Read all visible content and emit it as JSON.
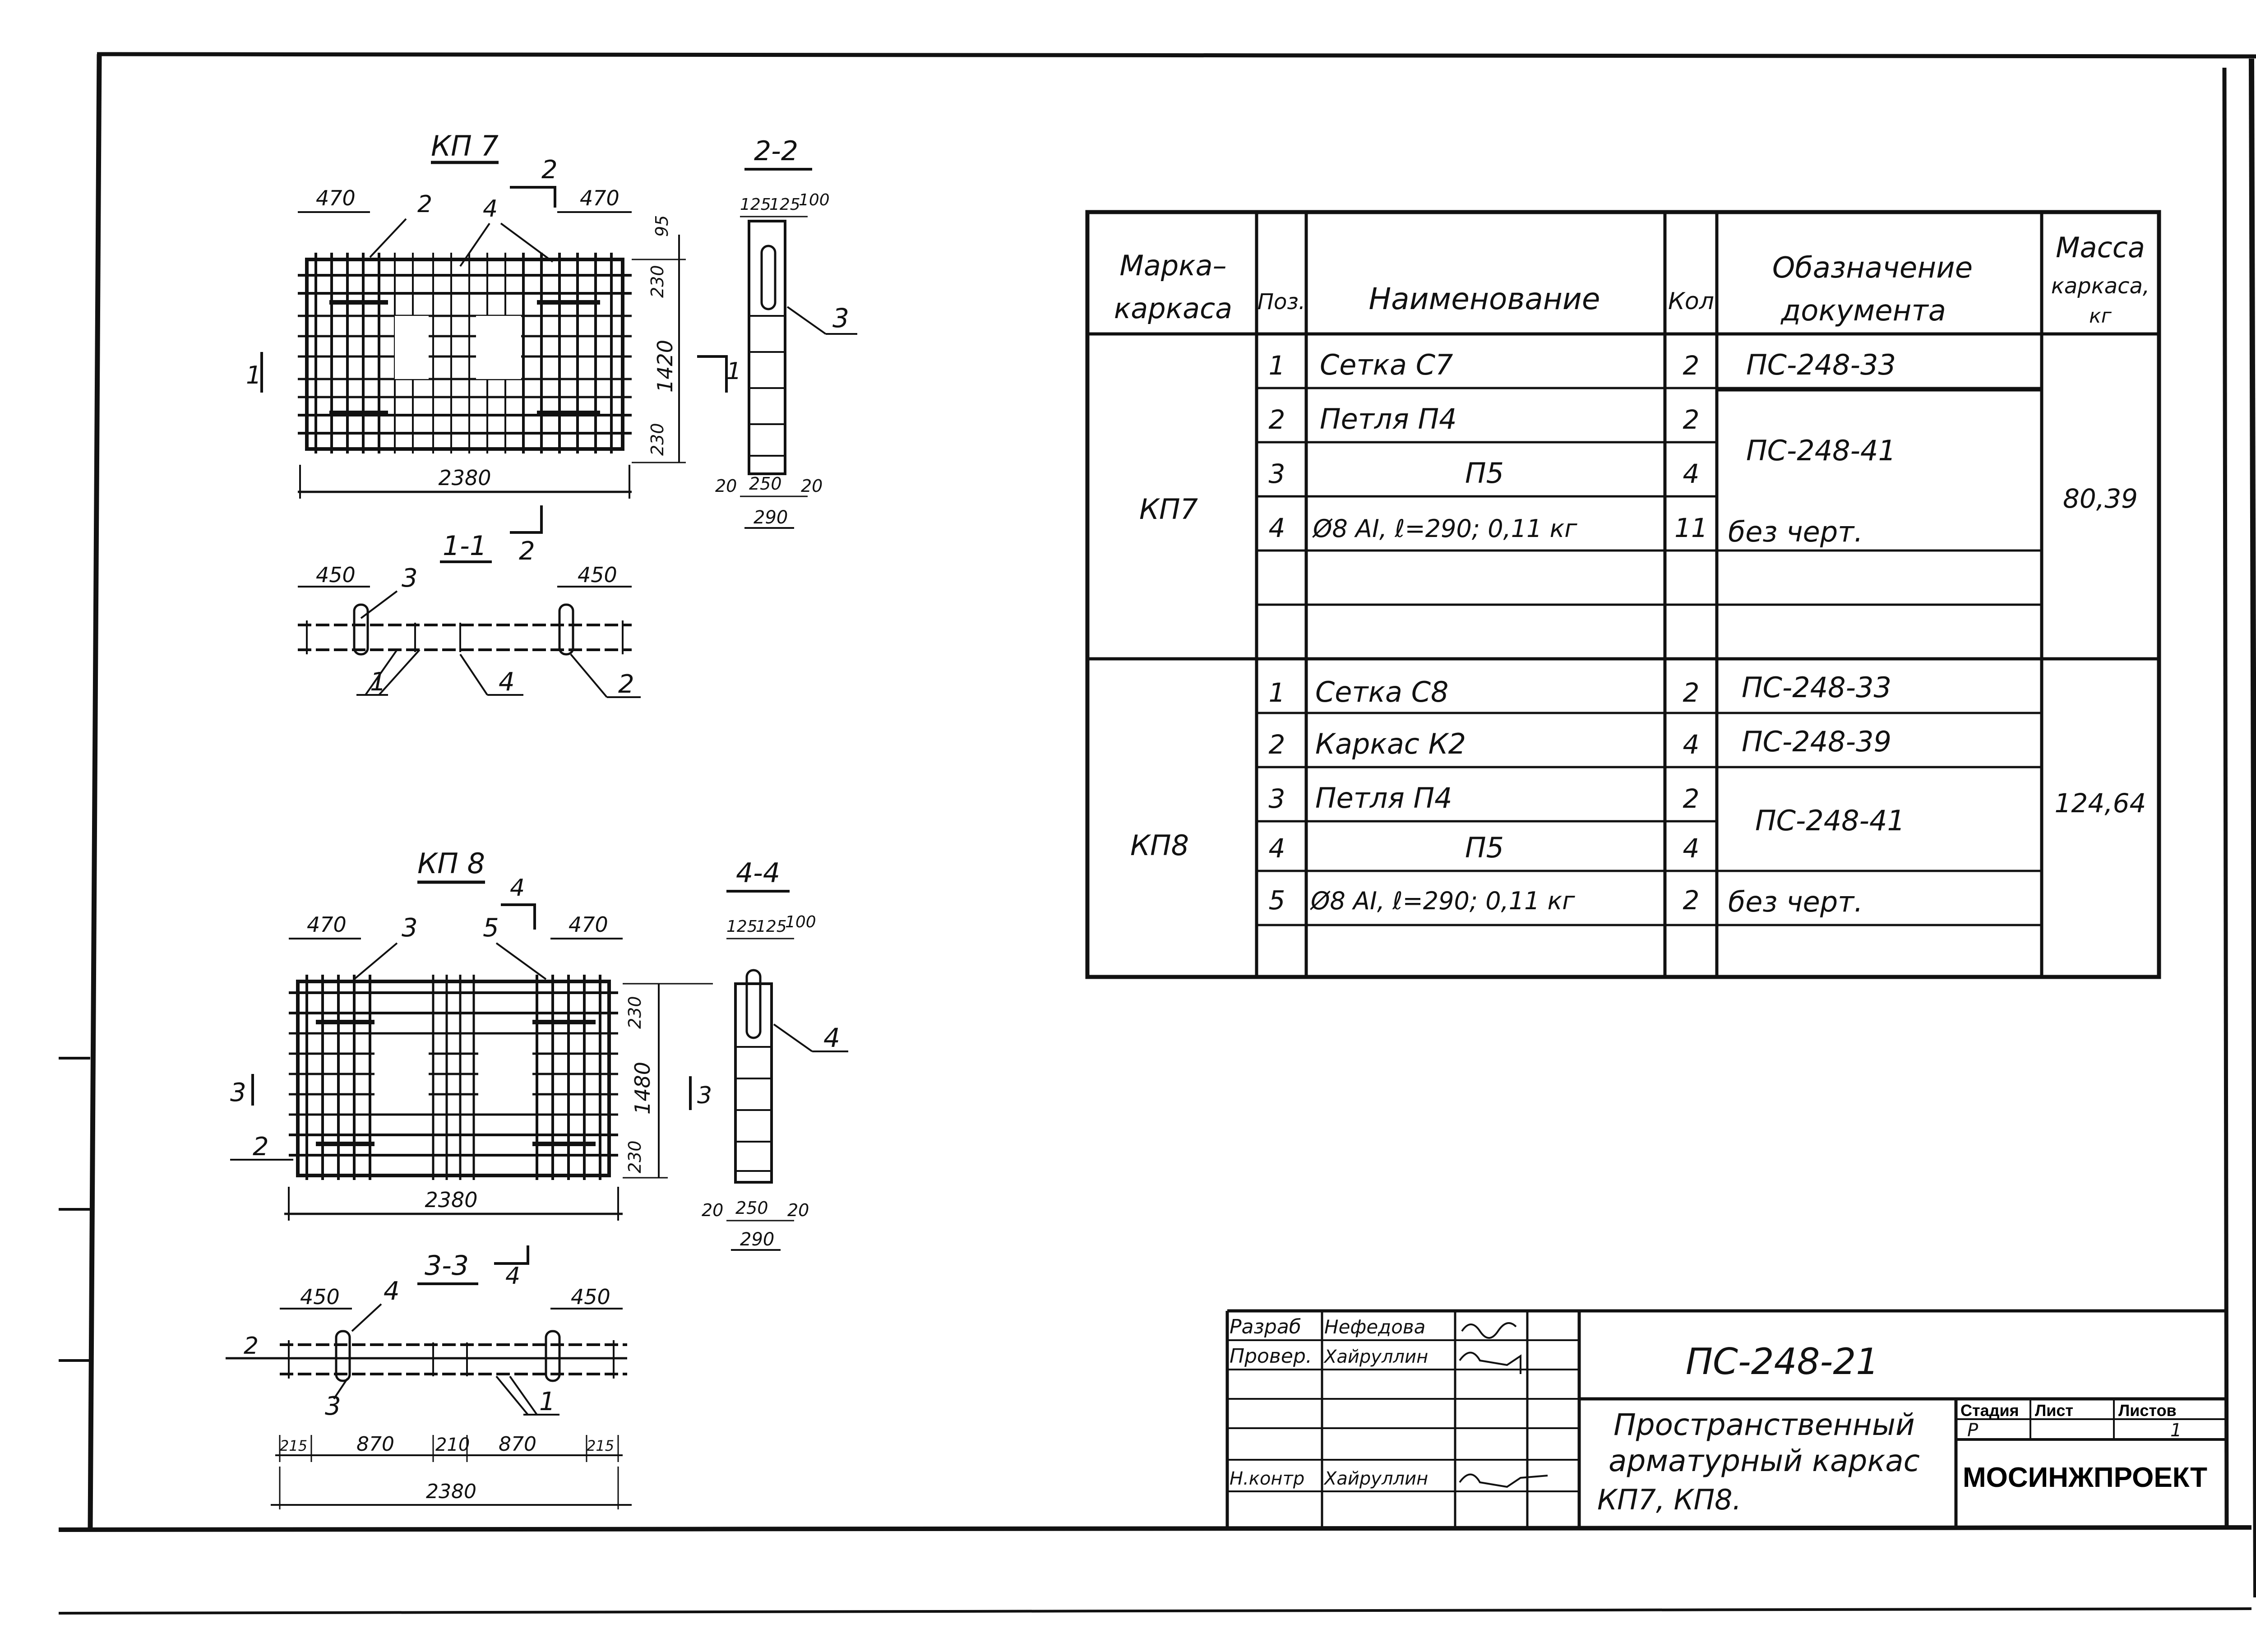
{
  "drawings": {
    "kp7": {
      "title": "КП 7",
      "cut_mark_top": "2",
      "cut_mark_bottom": "2",
      "cut_mark_left": "1",
      "dim_left": "470",
      "dim_right": "470",
      "dim_bottom": "2380",
      "dims_right": [
        "95",
        "230",
        "1420",
        "230"
      ],
      "callouts": [
        "2",
        "4"
      ]
    },
    "sec22": {
      "title": "2-2",
      "dims_top": [
        "125",
        "125",
        "100"
      ],
      "dims_bottom": [
        "20",
        "250",
        "20"
      ],
      "dim_total": "290",
      "callout": "3",
      "cut_mark": "1"
    },
    "sec11": {
      "title": "1-1",
      "dim_left": "450",
      "dim_right": "450",
      "callouts": [
        "3",
        "1",
        "4",
        "2"
      ]
    },
    "kp8": {
      "title": "КП 8",
      "cut_mark_top": "4",
      "cut_mark_left": "3",
      "dim_left": "470",
      "dim_right": "470",
      "dim_bottom": "2380",
      "dims_right": [
        "230",
        "1480",
        "230"
      ],
      "callouts": [
        "3",
        "5",
        "2"
      ]
    },
    "sec44": {
      "title": "4-4",
      "dims_top": [
        "125",
        "125",
        "100"
      ],
      "dims_bottom": [
        "20",
        "250",
        "20"
      ],
      "dim_total": "290",
      "callout": "4",
      "cut_mark": "3"
    },
    "sec33": {
      "title": "3-3",
      "cut_mark": "4",
      "dim_left": "450",
      "dim_right": "450",
      "callouts": [
        "4",
        "3",
        "1",
        "2"
      ],
      "dims_bottom": [
        "215",
        "870",
        "210",
        "870",
        "215"
      ],
      "dim_total": "2380"
    }
  },
  "spec_table": {
    "headers": [
      "Марка каркаса",
      "Поз.",
      "Наименование",
      "Кол",
      "Обазначение документа",
      "Масса каркаса, кг"
    ],
    "groups": [
      {
        "mark": "КП7",
        "mass": "80,39",
        "rows": [
          {
            "pos": "1",
            "name": "Сетка   С7",
            "qty": "2",
            "doc": "ПС-248-33"
          },
          {
            "pos": "2",
            "name": "Петля   П4",
            "qty": "2",
            "doc": "ПС-248-41"
          },
          {
            "pos": "3",
            "name": "П5",
            "qty": "4",
            "doc": ""
          },
          {
            "pos": "4",
            "name": "Ø8 AI, ℓ=290; 0,11 кг",
            "qty": "11",
            "doc": "без черт."
          },
          {
            "pos": "",
            "name": "",
            "qty": "",
            "doc": ""
          },
          {
            "pos": "",
            "name": "",
            "qty": "",
            "doc": ""
          }
        ]
      },
      {
        "mark": "КП8",
        "mass": "124,64",
        "rows": [
          {
            "pos": "1",
            "name": "Сетка   С8",
            "qty": "2",
            "doc": "ПС-248-33"
          },
          {
            "pos": "2",
            "name": "Каркас   К2",
            "qty": "4",
            "doc": "ПС-248-39"
          },
          {
            "pos": "3",
            "name": "Петля   П4",
            "qty": "2",
            "doc": "ПС-248-41"
          },
          {
            "pos": "4",
            "name": "П5",
            "qty": "4",
            "doc": ""
          },
          {
            "pos": "5",
            "name": "Ø8 AI, ℓ=290; 0,11 кг",
            "qty": "2",
            "doc": "без черт."
          },
          {
            "pos": "",
            "name": "",
            "qty": "",
            "doc": ""
          }
        ]
      }
    ]
  },
  "title_block": {
    "roles": [
      "Разраб",
      "Провер.",
      "",
      "",
      "Н.контр"
    ],
    "names": [
      "Нефедова",
      "Хайруллин",
      "",
      "",
      "Хайруллин"
    ],
    "signatures": [
      "Нефед",
      "Хайр",
      "",
      "",
      "Хайр"
    ],
    "doc_code": "ПС-248-21",
    "title_lines": [
      "Пространственный",
      "арматурный каркас",
      "КП7, КП8."
    ],
    "stage_label": "Стадия",
    "sheet_label": "Лист",
    "sheets_label": "Листов",
    "stage": "Р",
    "sheet": "",
    "sheets": "1",
    "org": "МОСИНЖПРОЕКТ"
  }
}
